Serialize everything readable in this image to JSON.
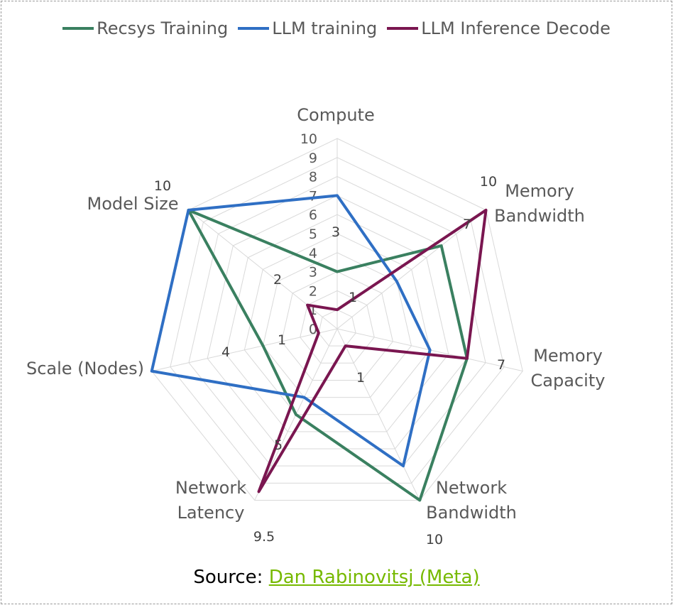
{
  "chart_data": {
    "type": "radar",
    "title": "",
    "axes": [
      "Compute",
      "Memory Bandwidth",
      "Memory Capacity",
      "Network Bandwidth",
      "Network Latency",
      "Scale (Nodes)",
      "Model Size"
    ],
    "axis_label_lines": [
      [
        "Compute"
      ],
      [
        "Memory",
        "Bandwidth"
      ],
      [
        "Memory",
        "Capacity"
      ],
      [
        "Network",
        "Bandwidth"
      ],
      [
        "Network",
        "Latency"
      ],
      [
        "Scale (Nodes)"
      ],
      [
        "Model Size"
      ]
    ],
    "range": [
      0,
      10
    ],
    "ticks": [
      "0",
      "1",
      "2",
      "3",
      "4",
      "5",
      "6",
      "7",
      "8",
      "9",
      "10"
    ],
    "grid": true,
    "legend_position": "top",
    "series": [
      {
        "name": "Recsys Training",
        "color": "#3a8060",
        "values": [
          3,
          7,
          7,
          10,
          5,
          4,
          10
        ]
      },
      {
        "name": "LLM training",
        "color": "#2f6fc4",
        "values": [
          7,
          4,
          5,
          8,
          4,
          10,
          10
        ]
      },
      {
        "name": "LLM Inference Decode",
        "color": "#7a1650",
        "values": [
          1,
          10,
          7,
          1,
          9.5,
          1,
          2
        ]
      }
    ],
    "data_labels": [
      "10",
      "3",
      "1",
      "2",
      "1",
      "4",
      "5",
      "9.5",
      "10",
      "1",
      "7",
      "7",
      "10"
    ]
  },
  "source": {
    "prefix": "Source: ",
    "link_text": "Dan Rabinovitsj (Meta)"
  }
}
